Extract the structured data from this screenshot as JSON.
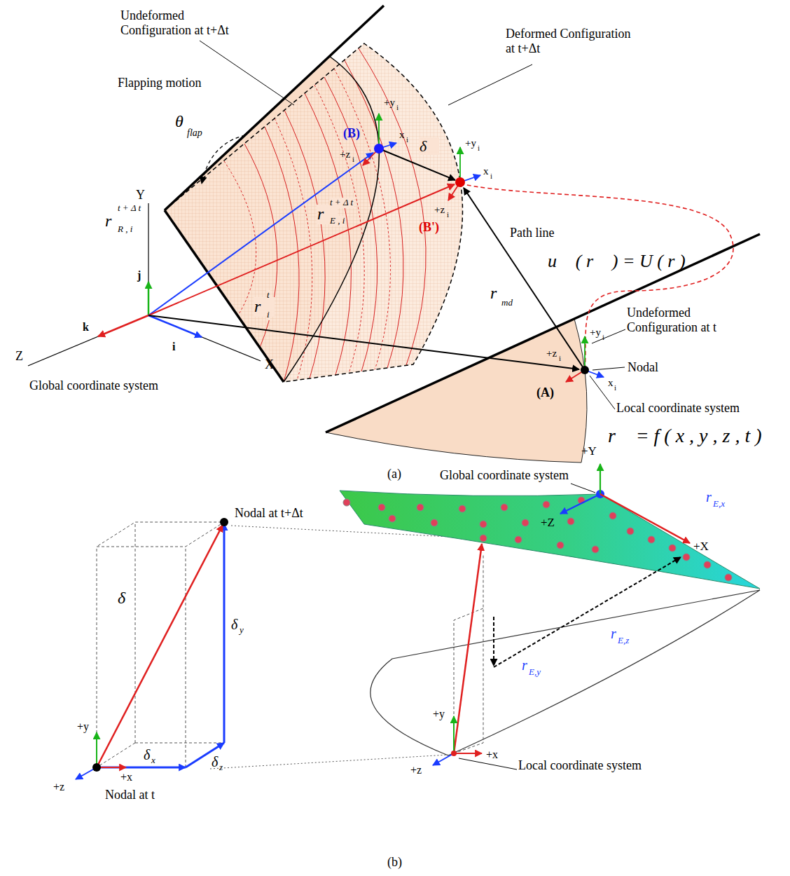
{
  "diagram": {
    "labels": [
      "Undeformed Configuration at t+Δt",
      "Deformed Configuration at t+Δt",
      "Flapping motion",
      "θ⃗",
      "flap",
      "(B)",
      "+y",
      "i",
      "+z",
      "i",
      "x",
      "i",
      "δ⃗",
      "+y",
      "i",
      "+z",
      "i",
      "x",
      "i",
      "(B')",
      "Path line",
      "u⃗ ( r⃗ ) = U ( r )",
      "r⃗",
      "md",
      "Undeformed Configuration at t",
      "+y",
      "i",
      "+z",
      "i",
      "(A)",
      "x",
      "i",
      "Nodal",
      "Local coordinate system",
      "r⃗ = f ( x , y , z , t )",
      "Y",
      "j",
      "k",
      "Z",
      "i",
      "X",
      "Global coordinate system",
      "r⃗",
      "t + Δ t",
      "R , i",
      "r⃗",
      "t + Δ t",
      "E , i",
      "r⃗",
      "t",
      "i",
      "(a)",
      "Nodal at t+Δt",
      "δ⃗",
      "δ",
      "y",
      "δ",
      "x",
      "δ",
      "z",
      "+y",
      "+z",
      "+x",
      "Nodal at t",
      "+Y",
      "Global coordinate system",
      "r",
      "E,x",
      "+Z",
      "+X",
      "r",
      "E,z",
      "r",
      "E,y",
      "+y",
      "+z",
      "+x",
      "Local coordinate system",
      "(b)"
    ]
  }
}
